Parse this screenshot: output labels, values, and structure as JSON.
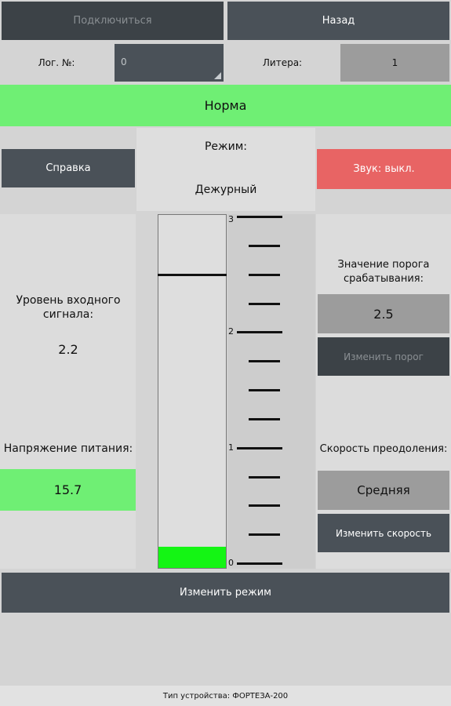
{
  "top": {
    "connect_label": "Подключиться",
    "back_label": "Назад"
  },
  "log_row": {
    "log_label": "Лог. №:",
    "log_value": "0",
    "litera_label": "Литера:",
    "litera_value": "1"
  },
  "status": {
    "text": "Норма",
    "color": "#6fef74"
  },
  "mode_row": {
    "help_label": "Справка",
    "mode_title": "Режим:",
    "mode_value": "Дежурный",
    "sound_label": "Звук: выкл.",
    "sound_color": "#e86464"
  },
  "left": {
    "signal_label": "Уровень входного сигнала:",
    "signal_value": "2.2",
    "power_label": "Напряжение питания:",
    "power_value": "15.7"
  },
  "gauge": {
    "scale_labels": [
      "3",
      "2",
      "1",
      "0"
    ],
    "scale_max": 3,
    "green_level": 0.15,
    "marker_level": 2.5,
    "fill_color": "#14f514"
  },
  "right": {
    "threshold_label": "Значение порога срабатывания:",
    "threshold_value": "2.5",
    "change_threshold_label": "Изменить порог",
    "speed_label": "Скорость преодоления:",
    "speed_value": "Средняя",
    "change_speed_label": "Изменить скорость"
  },
  "change_mode_label": "Изменить режим",
  "footer": {
    "device_type": "Тип устройства: ФОРТЕЗА-200"
  }
}
